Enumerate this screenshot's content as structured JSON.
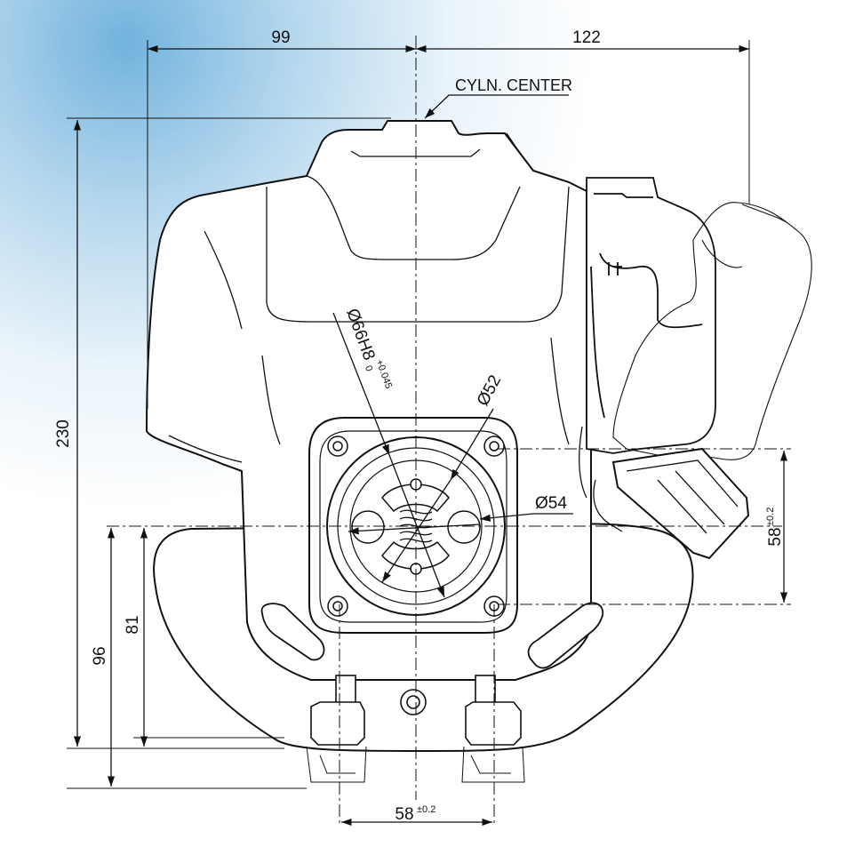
{
  "drawing": {
    "dims": {
      "left_width": "99",
      "right_width": "122",
      "total_height": "230",
      "height_96": "96",
      "height_81": "81",
      "side_spacing": "58",
      "side_spacing_tol": "±0.2",
      "bottom_spacing": "58",
      "bottom_spacing_tol": "±0.2"
    },
    "labels": {
      "cyl_center": "CYLN. CENTER",
      "bore_main": "Ø66H8",
      "bore_tol_upper": "+0.045",
      "bore_tol_lower": "0",
      "dia_52": "Ø52",
      "dia_54": "Ø54"
    }
  }
}
